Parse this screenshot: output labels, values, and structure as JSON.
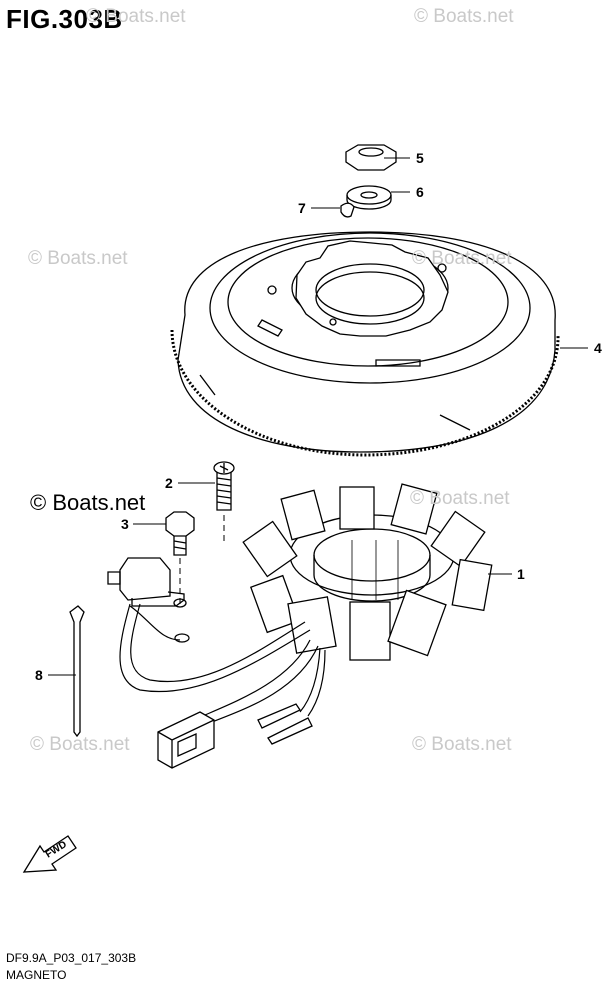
{
  "title": "FIG.303B",
  "watermark_text": "© Boats.net",
  "callouts": {
    "c1": "1",
    "c2": "2",
    "c3": "3",
    "c4": "4",
    "c5": "5",
    "c6": "6",
    "c7": "7",
    "c8": "8"
  },
  "fwd_label": "FWD",
  "footer": {
    "code": "DF9.9A_P03_017_303B",
    "name": "MAGNETO"
  }
}
